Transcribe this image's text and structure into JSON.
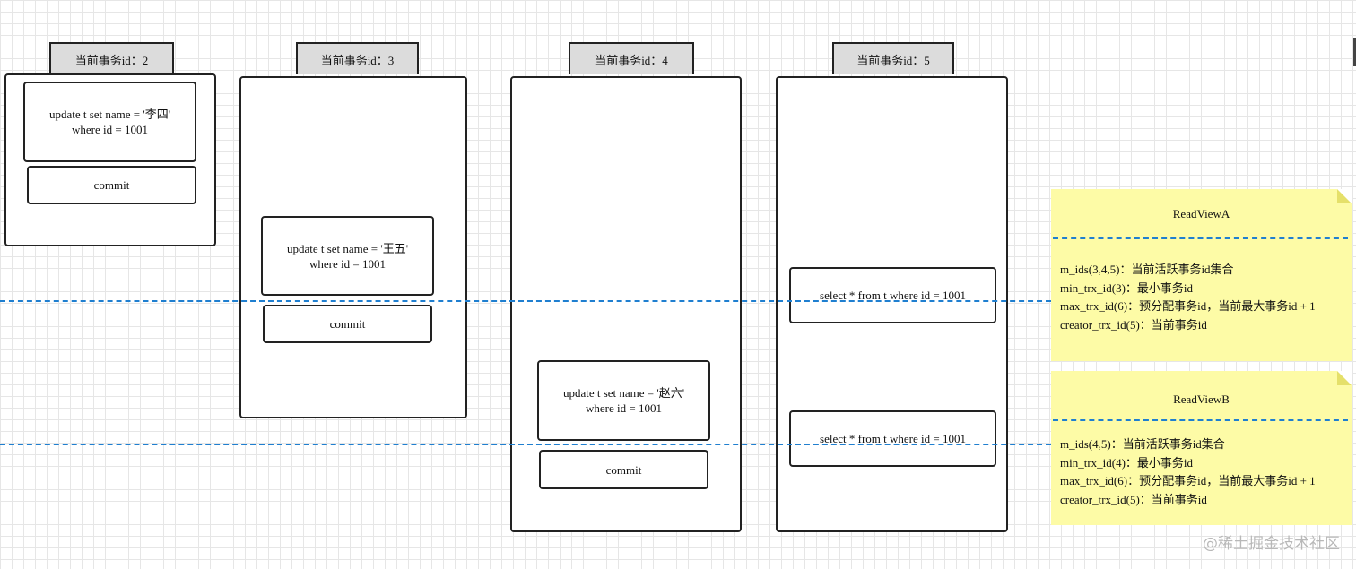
{
  "transactions": [
    {
      "tab": "当前事务id：2",
      "update_line1": "update t set name = '李四'",
      "update_line2": "where id = 1001",
      "commit": "commit"
    },
    {
      "tab": "当前事务id：3",
      "update_line1": "update t set name = '王五'",
      "update_line2": "where id = 1001",
      "commit": "commit"
    },
    {
      "tab": "当前事务id：4",
      "update_line1": "update t set name = '赵六'",
      "update_line2": "where id = 1001",
      "commit": "commit"
    },
    {
      "tab": "当前事务id：5",
      "select1": "select * from t  where id = 1001",
      "select2": "select * from t  where id = 1001"
    }
  ],
  "read_views": [
    {
      "title": "ReadViewA",
      "lines": [
        "m_ids(3,4,5)：当前活跃事务id集合",
        "min_trx_id(3)：最小事务id",
        "max_trx_id(6)：预分配事务id，当前最大事务id + 1",
        "creator_trx_id(5)：当前事务id"
      ]
    },
    {
      "title": "ReadViewB",
      "lines": [
        "m_ids(4,5)：当前活跃事务id集合",
        "min_trx_id(4)：最小事务id",
        "max_trx_id(6)：预分配事务id，当前最大事务id + 1",
        "creator_trx_id(5)：当前事务id"
      ]
    }
  ],
  "colors": {
    "dash": "#1f7fd0",
    "note": "#fdfba6",
    "tab": "#dcdcdc"
  },
  "watermark": "@稀土掘金技术社区"
}
